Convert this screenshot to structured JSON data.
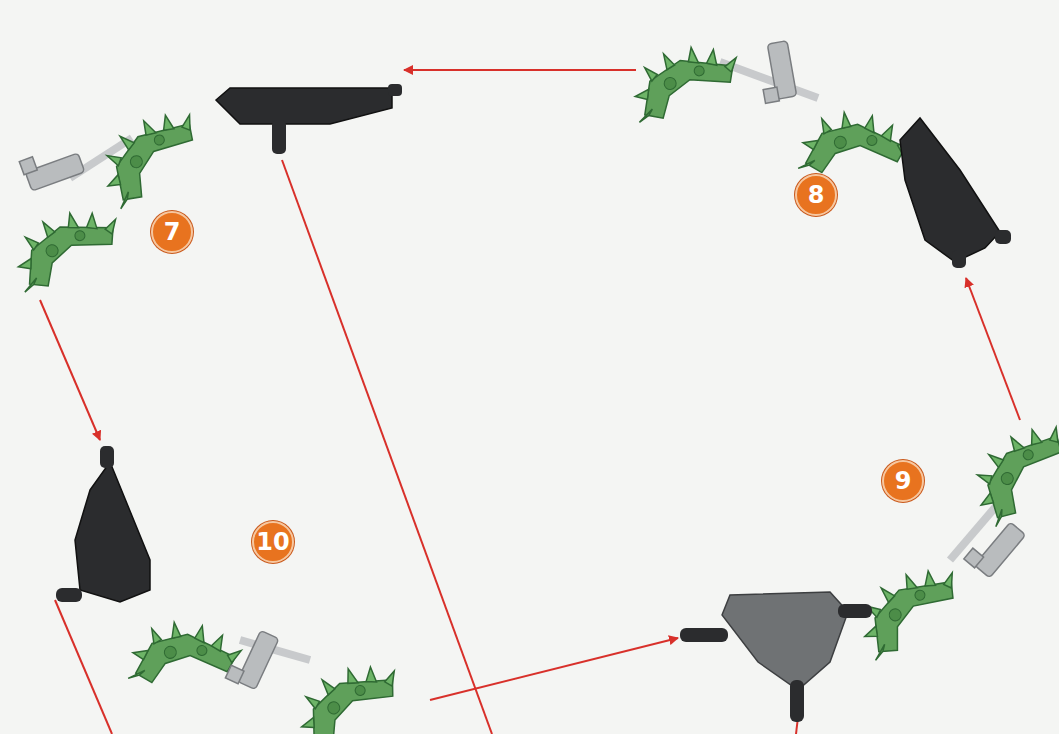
{
  "diagram": {
    "labels": [
      "7",
      "8",
      "9",
      "10"
    ]
  }
}
